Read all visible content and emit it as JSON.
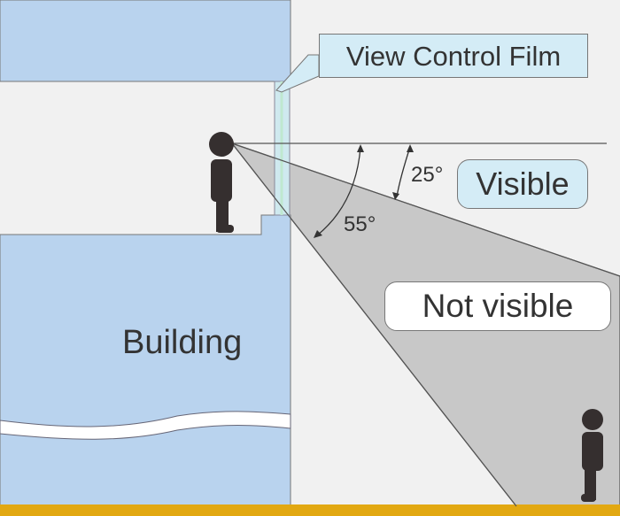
{
  "labels": {
    "film": "View Control Film",
    "visible": "Visible",
    "not_visible": "Not visible",
    "building": "Building",
    "angle_small": "25°",
    "angle_large": "55°"
  },
  "colors": {
    "building": "#b9d3ee",
    "background": "#f1f1f1",
    "shade": "#c8c8c8",
    "film": "#cfe9ef",
    "ground": "#e2a812",
    "figure": "#352f2f",
    "label_bg": "#d4ecf6"
  },
  "angles": {
    "upper_limit_deg": 25,
    "lower_limit_deg": 55
  }
}
